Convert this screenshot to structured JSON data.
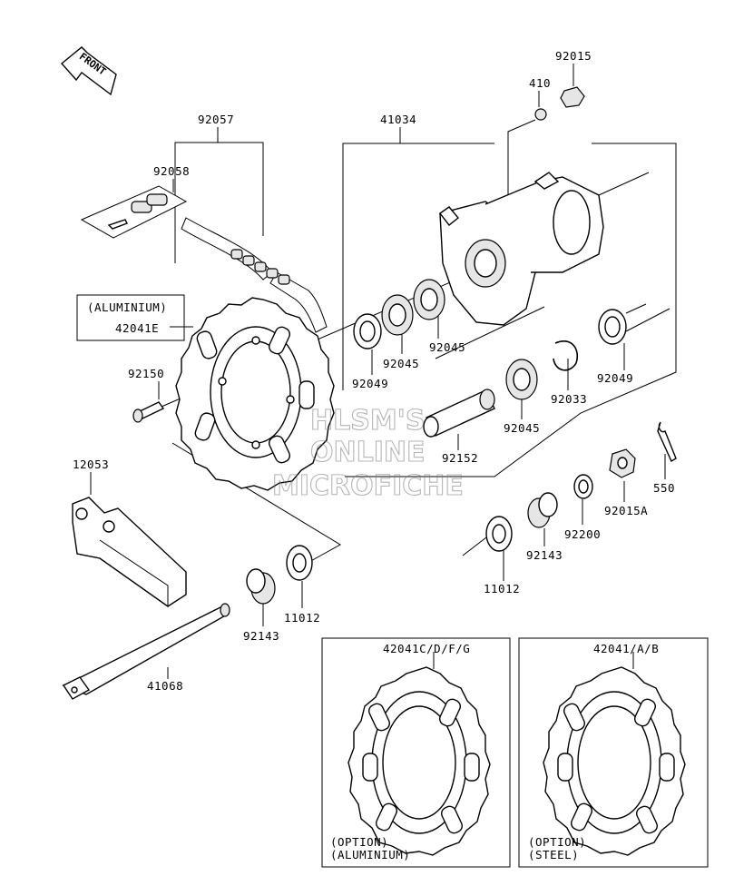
{
  "front_marker": "FRONT",
  "watermark": [
    "HLSM'S",
    "ONLINE",
    "MICROFICHE"
  ],
  "labels": {
    "p92015": "92015",
    "p410": "410",
    "p92057": "92057",
    "p41034": "41034",
    "p92058": "92058",
    "aluminium_box": "(ALUMINIUM)",
    "p42041E": "42041E",
    "p92150": "92150",
    "p92049_left": "92049",
    "p92045_a": "92045",
    "p92045_b": "92045",
    "p92049_right": "92049",
    "p92033": "92033",
    "p92045_c": "92045",
    "p92152": "92152",
    "p550": "550",
    "p92015A": "92015A",
    "p12053": "12053",
    "p92200": "92200",
    "p92143_right": "92143",
    "p11012_right": "11012",
    "p11012_left": "11012",
    "p92143_left": "92143",
    "p41068": "41068",
    "p42041CDFG": "42041C/D/F/G",
    "p42041AB": "42041/A/B"
  },
  "options": {
    "aluminium": {
      "line1": "(OPTION)",
      "line2": "(ALUMINIUM)"
    },
    "steel": {
      "line1": "(OPTION)",
      "line2": "(STEEL)"
    }
  }
}
